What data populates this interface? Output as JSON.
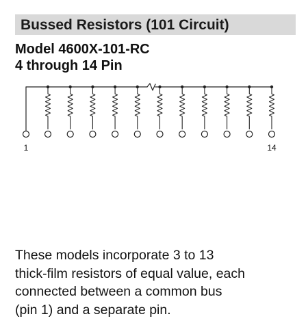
{
  "header": {
    "section_title": "Bussed Resistors (101 Circuit)",
    "model": "Model 4600X-101-RC",
    "pin_range": "4 through 14 Pin"
  },
  "schematic": {
    "pin_first_label": "1",
    "pin_last_label": "14",
    "resistor_count": 11
  },
  "description": {
    "lines": [
      "These models incorporate 3 to 13",
      "thick-film resistors of equal value, each",
      "connected between a common bus",
      "(pin 1) and a separate pin."
    ]
  },
  "colors": {
    "section_bar": "#d9d9d9",
    "text": "#111111",
    "line": "#222222"
  }
}
